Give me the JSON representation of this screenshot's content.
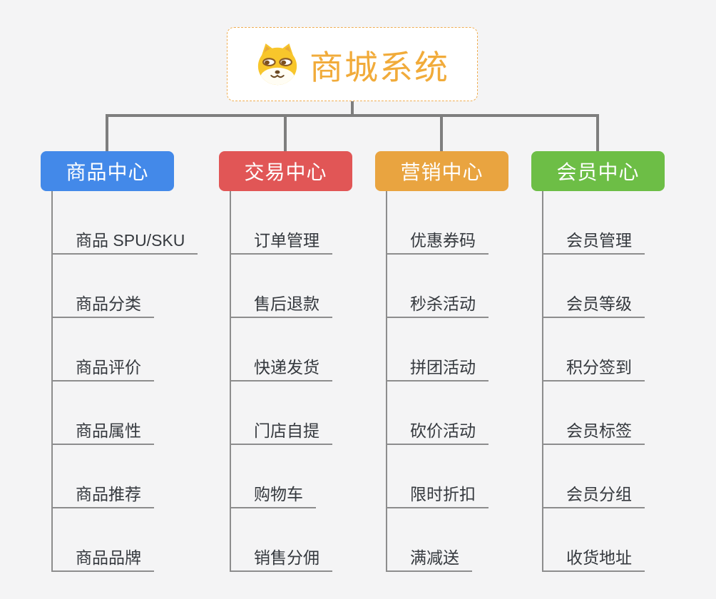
{
  "root": {
    "title": "商城系统",
    "icon": "shiba-dog-icon"
  },
  "colors": {
    "canvas_background": "#f4f4f5",
    "connector": "#7e7e7e",
    "child_underline": "#8d8d8d",
    "root_border": "#f0ae52",
    "root_title_text": "#f1ab3a",
    "child_text": "#35393e",
    "branch_text": "#ffffff"
  },
  "branches": [
    {
      "label": "商品中心",
      "color": "#4389e9",
      "items": [
        "商品 SPU/SKU",
        "商品分类",
        "商品评价",
        "商品属性",
        "商品推荐",
        "商品品牌"
      ]
    },
    {
      "label": "交易中心",
      "color": "#e15656",
      "items": [
        "订单管理",
        "售后退款",
        "快递发货",
        "门店自提",
        "购物车",
        "销售分佣"
      ]
    },
    {
      "label": "营销中心",
      "color": "#e9a440",
      "items": [
        "优惠券码",
        "秒杀活动",
        "拼团活动",
        "砍价活动",
        "限时折扣",
        "满减送"
      ]
    },
    {
      "label": "会员中心",
      "color": "#6dbe46",
      "items": [
        "会员管理",
        "会员等级",
        "积分签到",
        "会员标签",
        "会员分组",
        "收货地址"
      ]
    }
  ]
}
